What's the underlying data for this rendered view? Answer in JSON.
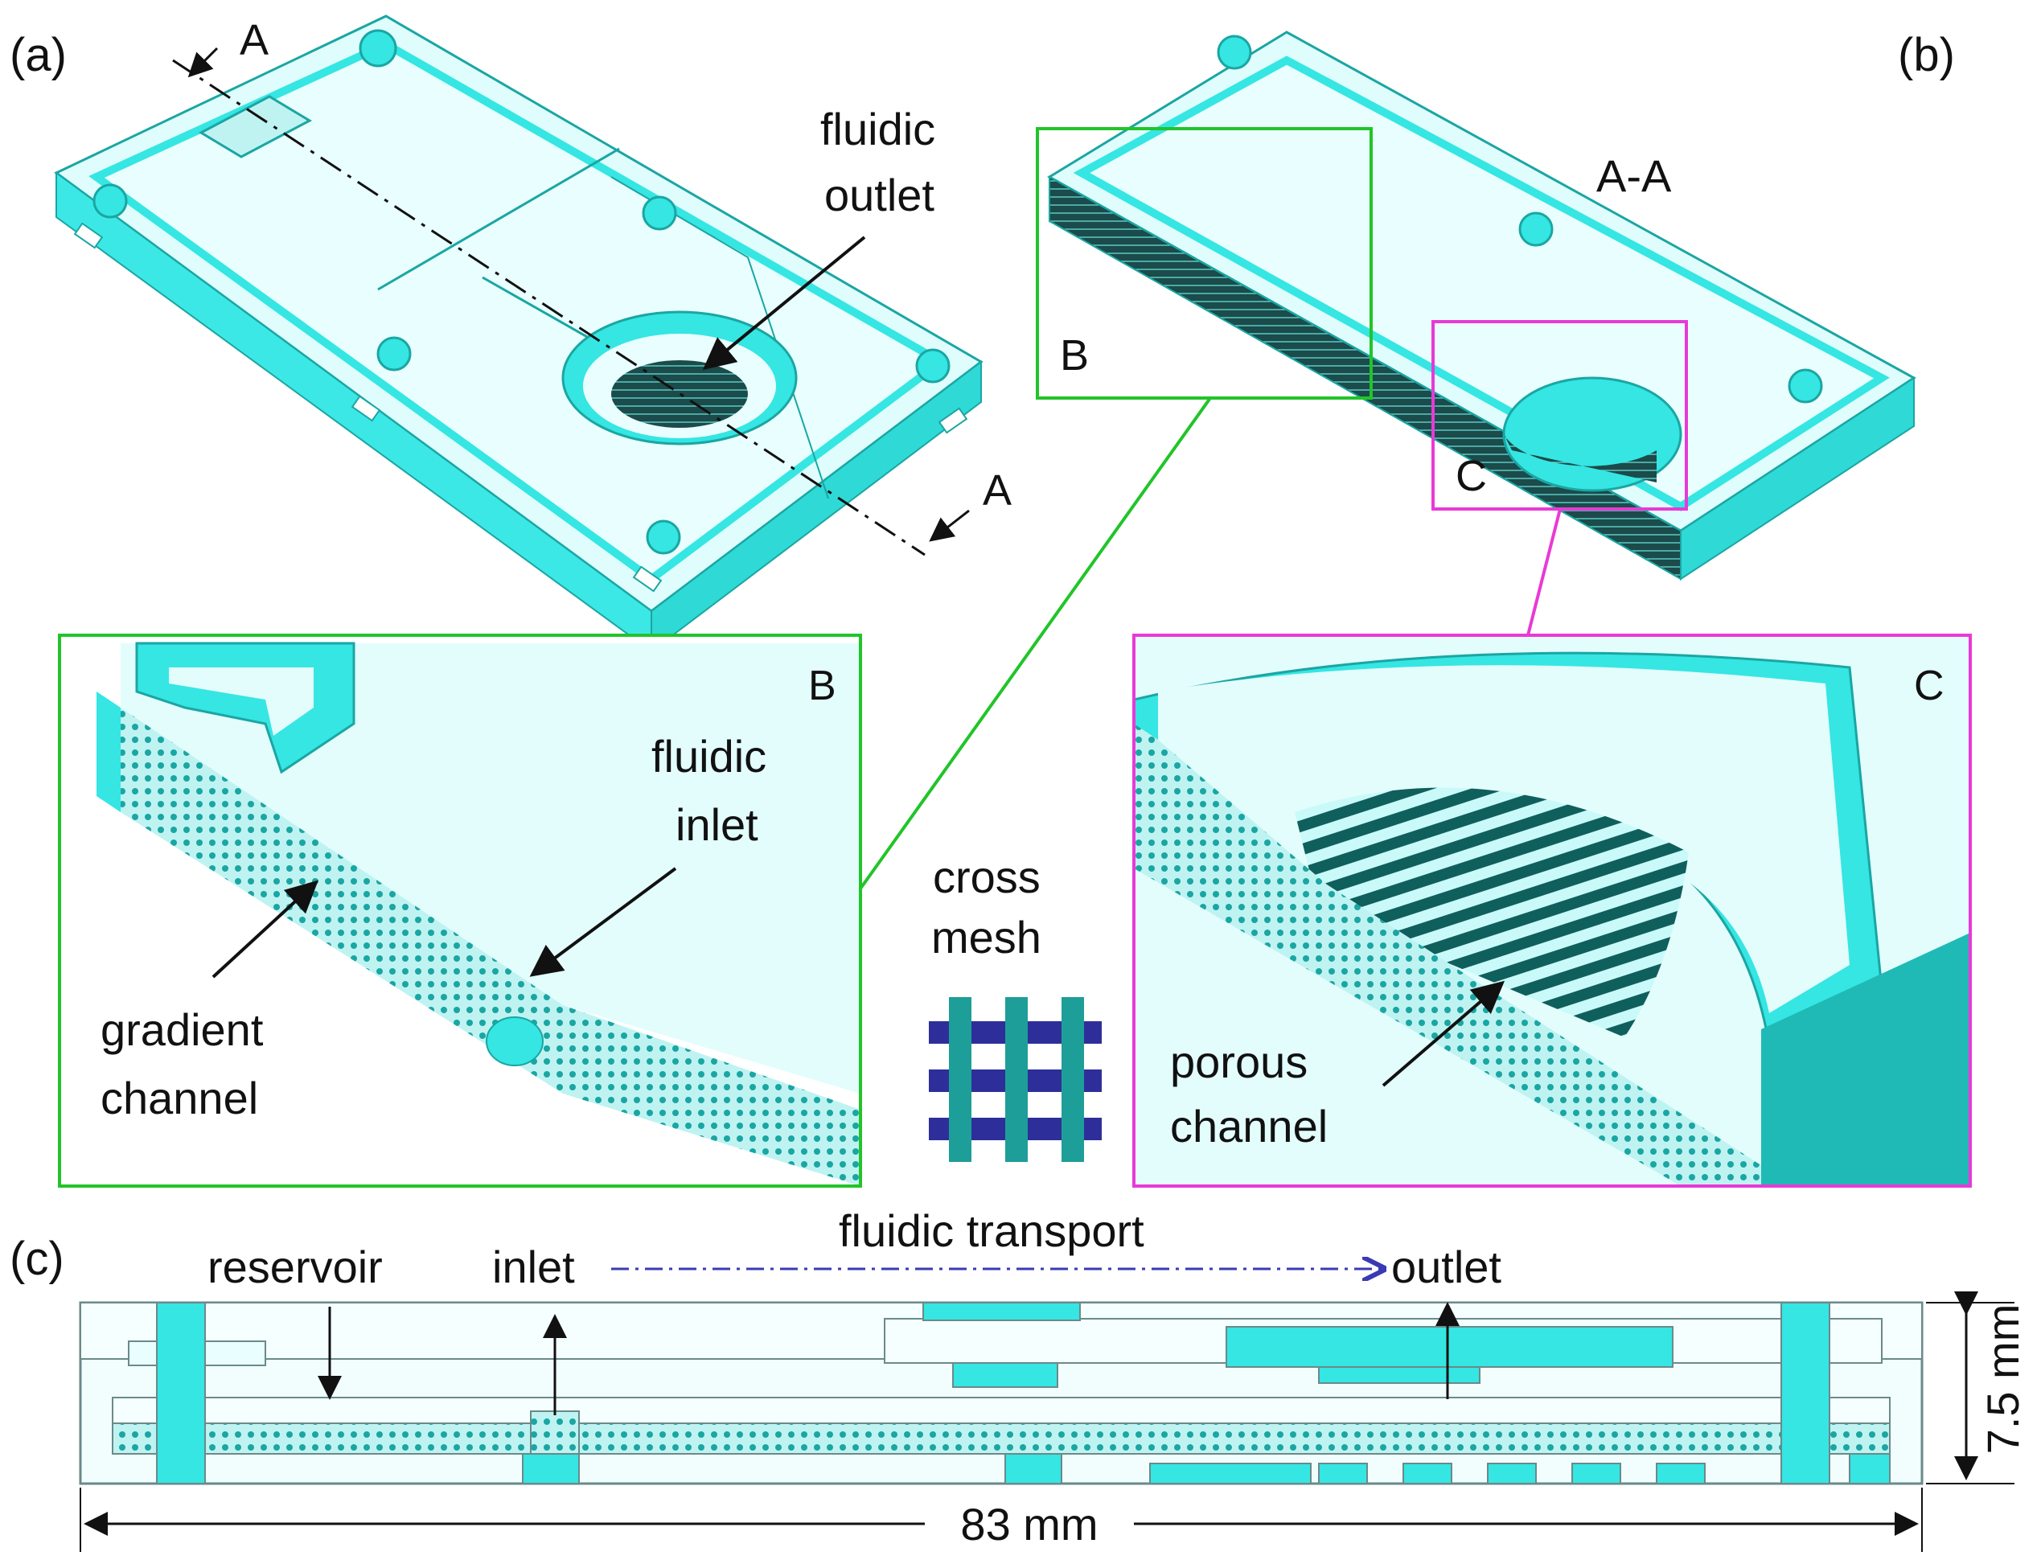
{
  "panels": {
    "a": {
      "label": "(a)",
      "section_top": "A",
      "section_bottom": "A",
      "callout_outlet_1": "fluidic",
      "callout_outlet_2": "outlet"
    },
    "b": {
      "label": "(b)",
      "section_title": "A-A",
      "box_b": "B",
      "box_c": "C"
    },
    "detail_b": {
      "label": "B",
      "inlet_1": "fluidic",
      "inlet_2": "inlet",
      "gradient_1": "gradient",
      "gradient_2": "channel"
    },
    "legend": {
      "line1": "cross",
      "line2": "mesh",
      "bar_color_vertical": "#1e9e98",
      "bar_color_horizontal": "#2e2e9a"
    },
    "detail_c": {
      "label": "C",
      "porous_1": "porous",
      "porous_2": "channel"
    },
    "c": {
      "label": "(c)",
      "title": "fluidic transport",
      "reservoir": "reservoir",
      "inlet": "inlet",
      "outlet": "outlet",
      "height_dim": "7.5 mm",
      "length_dim": "83 mm"
    }
  },
  "colors": {
    "body": "#35e6e3",
    "surface": "#dffdfd",
    "dark": "#0d7d7b",
    "green_box": "#22c42a",
    "magenta_box": "#e83ad6",
    "arrow_dash": "#3a3ab5"
  }
}
